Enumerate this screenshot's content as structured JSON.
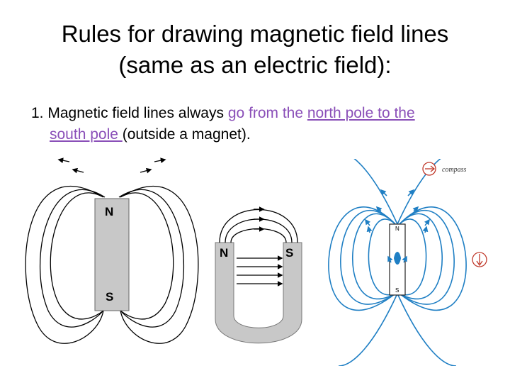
{
  "title": {
    "line1": "Rules for drawing magnetic field lines",
    "line2": "(same as an electric field):"
  },
  "rule1": {
    "number": "1.",
    "text_a": "Magnetic field lines always ",
    "text_b": "go from the ",
    "text_c": "north pole to the",
    "text_d": "south pole ",
    "text_e": "(outside a magnet)."
  },
  "bar_magnet": {
    "north_label": "N",
    "south_label": "S"
  },
  "horseshoe_magnet": {
    "north_label": "N",
    "south_label": "S"
  },
  "compass_diagram": {
    "legend_label": "compass",
    "north_label": "N",
    "south_label": "S"
  },
  "colors": {
    "accent_text": "#8a4fb8",
    "field_blue": "#1f7fc4",
    "magnet_gray": "#c8c8c8",
    "compass_red": "#c0392b"
  }
}
